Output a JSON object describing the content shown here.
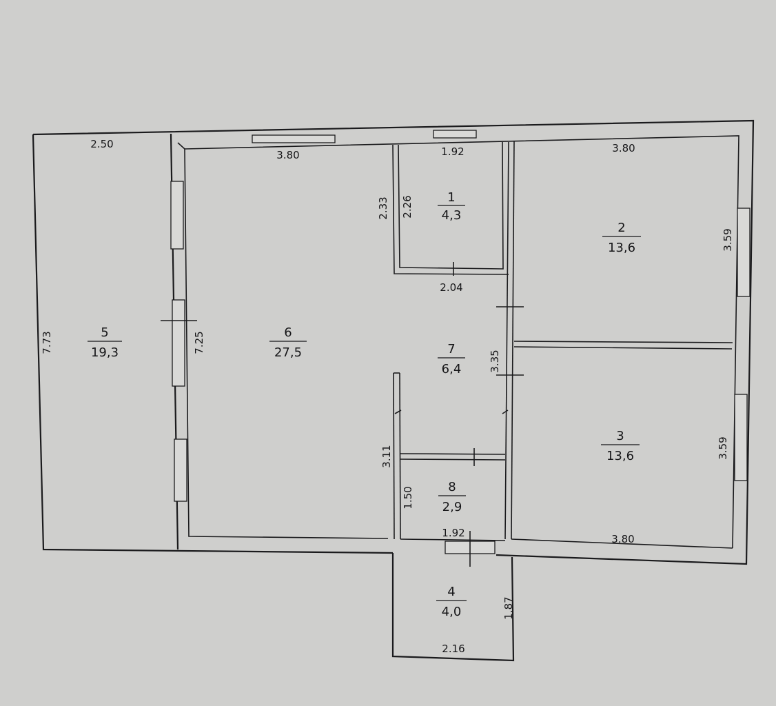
{
  "rooms": [
    {
      "number": "1",
      "area": "4,3"
    },
    {
      "number": "2",
      "area": "13,6"
    },
    {
      "number": "3",
      "area": "13,6"
    },
    {
      "number": "4",
      "area": "4,0"
    },
    {
      "number": "5",
      "area": "19,3"
    },
    {
      "number": "6",
      "area": "27,5"
    },
    {
      "number": "7",
      "area": "6,4"
    },
    {
      "number": "8",
      "area": "2,9"
    }
  ],
  "dimensions": {
    "room5_width": "2.50",
    "room5_height": "7.73",
    "room6_width": "3.80",
    "room6_height": "7.25",
    "room1_width": "1.92",
    "room1_height_outer": "2.33",
    "room1_height_inner": "2.26",
    "room1_bottom": "2.04",
    "room2_width": "3.80",
    "room2_height": "3.59",
    "room7_height": "3.35",
    "room3_height": "3.59",
    "room3_width": "3.80",
    "room8_height_outer": "3.11",
    "room8_height_inner": "1.50",
    "room8_width": "1.92",
    "room4_height": "1.87",
    "room4_width": "2.16"
  }
}
